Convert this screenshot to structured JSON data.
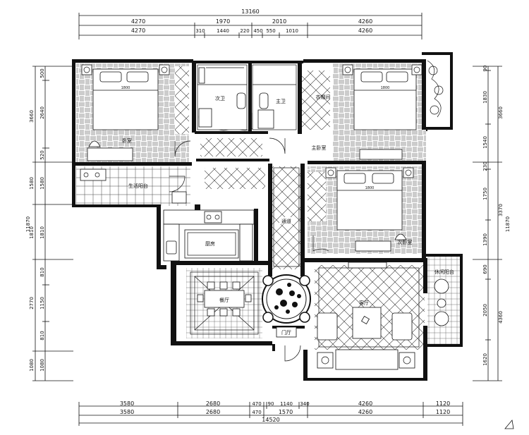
{
  "dimensions": {
    "top_total": "13160",
    "top_row1": [
      "4270",
      "1970",
      "2010",
      "4260"
    ],
    "top_row2": [
      "4270",
      "310",
      "1440",
      "220",
      "450",
      "550",
      "1010",
      "4260"
    ],
    "bottom_row1": [
      "3580",
      "2680",
      "470",
      "90",
      "1140",
      "340",
      "4260",
      "1120"
    ],
    "bottom_row2": [
      "3580",
      "2680",
      "470",
      "1570",
      "4260",
      "1120"
    ],
    "bottom_total": "14520",
    "left_outer": [
      "3660",
      "1580",
      "1810",
      "2770",
      "1080"
    ],
    "left_inner": [
      "500",
      "2640",
      "520",
      "1580",
      "1810",
      "810",
      "1150",
      "810",
      "1080"
    ],
    "left_total": "11870",
    "right_outer": [
      "3660",
      "3370",
      "4360"
    ],
    "right_inner": [
      "90",
      "1830",
      "1540",
      "230",
      "1750",
      "1390",
      "690",
      "2050",
      "1620"
    ],
    "right_total": "11870"
  },
  "rooms": {
    "bedroom_left": "卧室",
    "second_bath": "次卫",
    "master_bath": "主卫",
    "cloakroom": "衣帽间",
    "master_bedroom": "主卧室",
    "utility_balcony": "生活阳台",
    "kitchen": "厨房",
    "corridor": "通道",
    "second_bedroom": "次卧室",
    "dining": "餐厅",
    "living": "客厅",
    "leisure_balcony": "休闲阳台",
    "entrance": "门厅"
  },
  "bed_sizes": {
    "bed_left": "1800",
    "bed_master": "1800",
    "bed_second": "1800"
  }
}
